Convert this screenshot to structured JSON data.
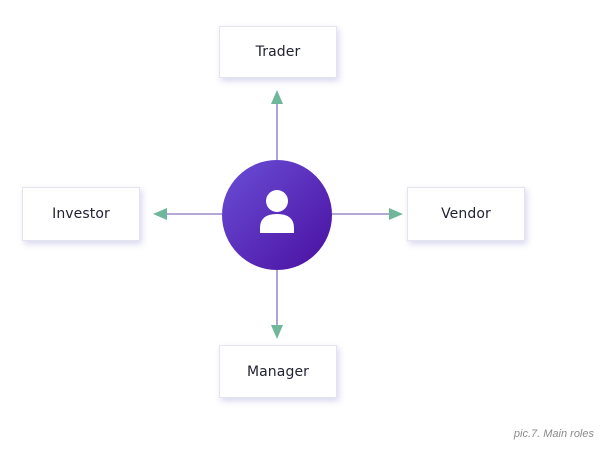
{
  "roles": {
    "top": "Trader",
    "left": "Investor",
    "right": "Vendor",
    "bottom": "Manager"
  },
  "center": {
    "icon": "user-icon",
    "gradient_start": "#6A4FD6",
    "gradient_end": "#4A0FA0"
  },
  "colors": {
    "arrow_line": "#9B8BC9",
    "arrow_head": "#6FB79A"
  },
  "caption": "pic.7. Main roles"
}
